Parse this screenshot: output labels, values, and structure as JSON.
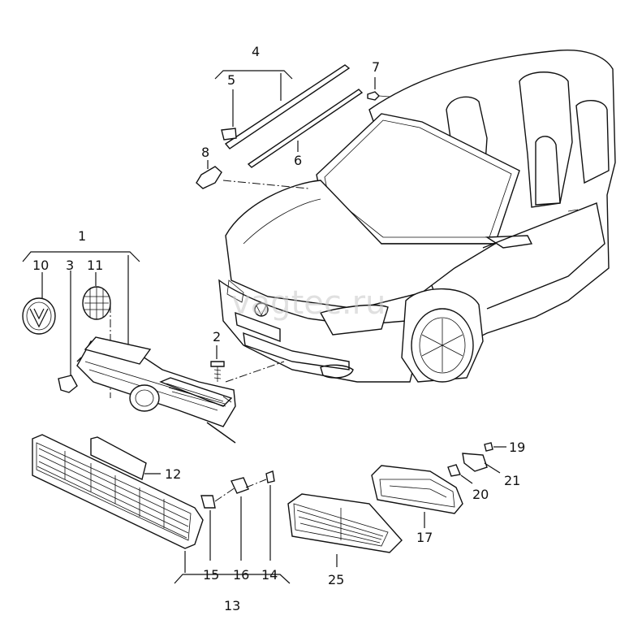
{
  "watermark": "vagtec.ru",
  "callouts": {
    "c1": "1",
    "c2": "2",
    "c3": "3",
    "c4": "4",
    "c5": "5",
    "c6": "6",
    "c7": "7",
    "c8": "8",
    "c10": "10",
    "c11": "11",
    "c12": "12",
    "c13": "13",
    "c14": "14",
    "c15": "15",
    "c16": "16",
    "c17": "17",
    "c19": "19",
    "c20": "20",
    "c21": "21",
    "c25": "25"
  }
}
